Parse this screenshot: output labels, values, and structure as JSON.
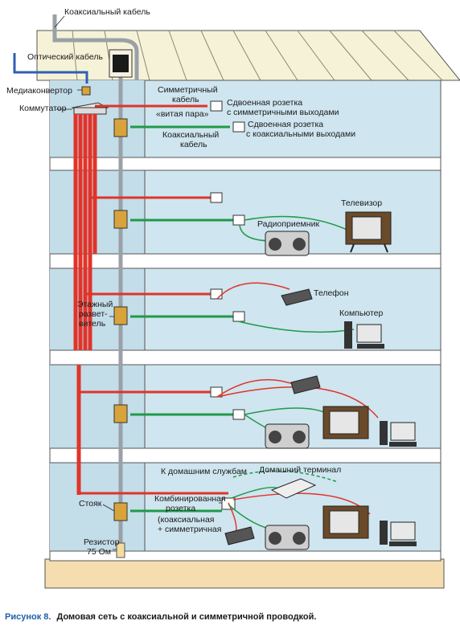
{
  "labels": {
    "coax_cable_top": "Коаксиальный кабель",
    "optical_cable": "Оптический кабель",
    "media_converter": "Медиаконвертор",
    "switch": "Коммутатор",
    "sym_cable_1": "Симметричный",
    "sym_cable_2": "кабель",
    "sym_cable_3": "«витая пара»",
    "dual_sym_socket_1": "Сдвоенная розетка",
    "dual_sym_socket_2": "с симметричными выходами",
    "coax_cable_floor_1": "Коаксиальный",
    "coax_cable_floor_2": "кабель",
    "dual_coax_socket_1": "Сдвоенная розетка",
    "dual_coax_socket_2": "с коаксиальными выходами",
    "tv": "Телевизор",
    "radio": "Радиоприемник",
    "phone": "Телефон",
    "computer": "Компьютер",
    "splitter_1": "Этажный",
    "splitter_2": "развет-",
    "splitter_3": "витель",
    "home_services": "К домашним службам",
    "home_terminal": "Домашний терминал",
    "riser": "Стояк",
    "combo_socket_1": "Комбинированная",
    "combo_socket_2": "розетка",
    "combo_socket_3": "(коаксиальная",
    "combo_socket_4": "+ симметричная",
    "resistor_1": "Резистор",
    "resistor_2": "75 Ом"
  },
  "caption": {
    "figure": "Рисунок 8.",
    "text": "Домовая сеть с коаксиальной и симметричной проводкой."
  },
  "colors": {
    "sym_cable": "#e0342a",
    "coax_cable": "#1f9a48",
    "riser": "#9aa0a6",
    "building_wall": "#cde4ee",
    "roof": "#f4f1d8",
    "floor": "#ffffff",
    "base": "#f5ddb0",
    "optical": "#2f5fb0"
  }
}
